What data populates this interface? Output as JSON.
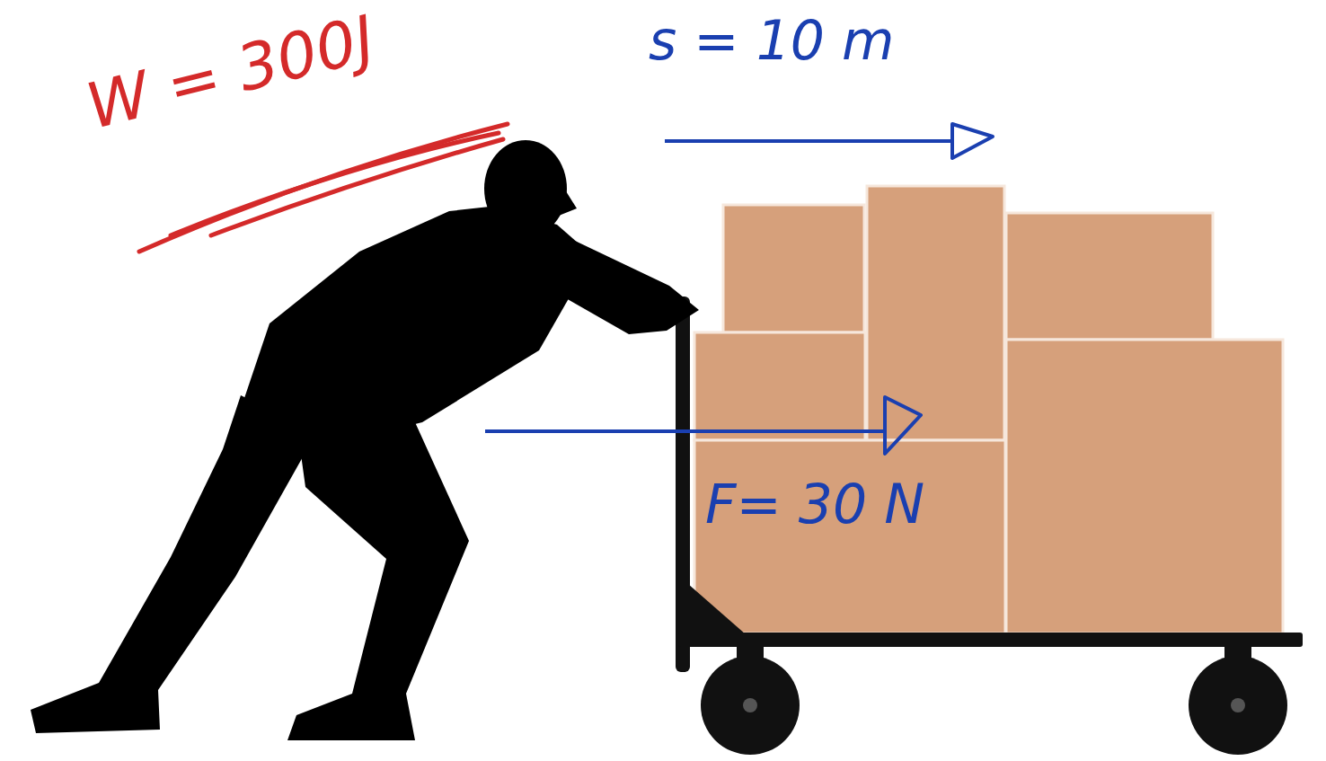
{
  "diagram": {
    "labels": [
      "W = 300J",
      "s = 10 m",
      "F= 30 N"
    ]
  }
}
